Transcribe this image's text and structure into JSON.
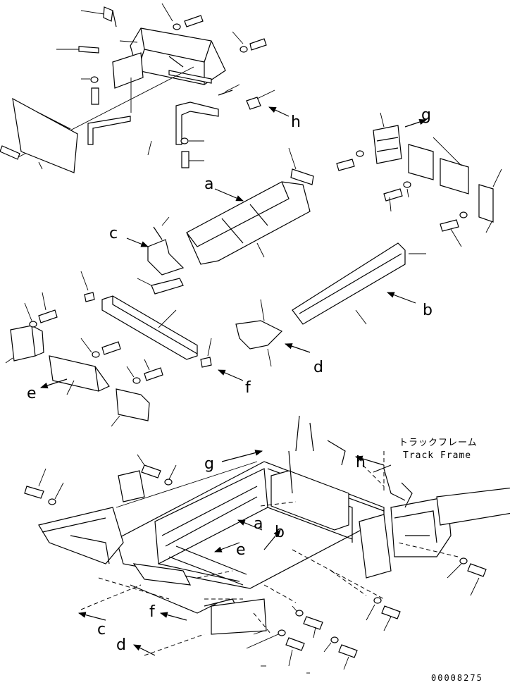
{
  "labels": {
    "a": "a",
    "b": "b",
    "c": "c",
    "d": "d",
    "e": "e",
    "f": "f",
    "g": "g",
    "h": "h"
  },
  "track_frame": {
    "katakana": "トラックフレーム",
    "english": "Track Frame"
  },
  "drawing_code": "00008275",
  "colors": {
    "ink": "#000000",
    "paper": "#ffffff"
  }
}
